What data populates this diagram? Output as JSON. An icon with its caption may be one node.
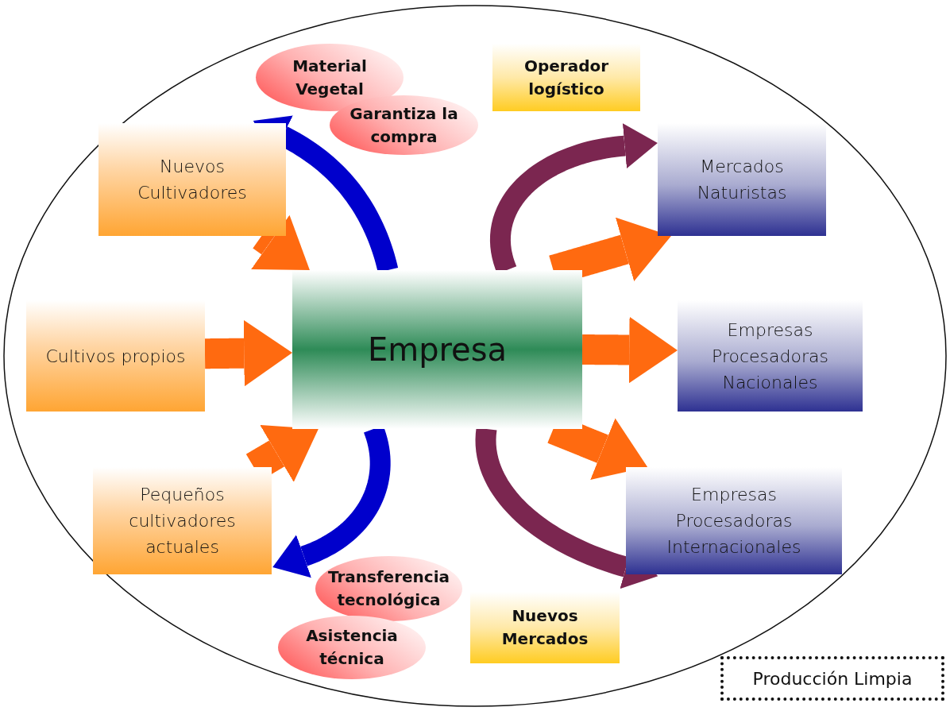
{
  "diagram": {
    "nodes": [
      {
        "text": [
          "Nuevos Cultivadores"
        ]
      },
      {
        "text": [
          "Cultivos propios"
        ]
      },
      {
        "text": [
          "Pequeños cultivadores actuales"
        ]
      },
      {
        "text": [
          "Empresa"
        ]
      },
      {
        "text": [
          "Mercados Naturistas"
        ]
      },
      {
        "text": [
          "Empresas Procesadoras Nacionales"
        ]
      },
      {
        "text": [
          "Empresas Procesadoras Internacionales"
        ]
      },
      {
        "text": [
          "Material Vegetal"
        ]
      },
      {
        "text": [
          "Garantiza la compra"
        ]
      },
      {
        "text": [
          "Operador logístico"
        ]
      },
      {
        "text": [
          "Transferencia tecnológica"
        ]
      },
      {
        "text": [
          "Asistencia técnica"
        ]
      },
      {
        "text": [
          "Nuevos Mercados"
        ]
      },
      {
        "text": [
          "Producción Limpia"
        ]
      }
    ],
    "edges": [
      {
        "from": 0,
        "to": 3,
        "arrow": "to"
      },
      {
        "from": 1,
        "to": 3,
        "arrow": "to"
      },
      {
        "from": 2,
        "to": 3,
        "arrow": "to"
      },
      {
        "from": 3,
        "to": 4,
        "arrow": "to"
      },
      {
        "from": 3,
        "to": 5,
        "arrow": "to"
      },
      {
        "from": 3,
        "to": 6,
        "arrow": "to"
      },
      {
        "from": 3,
        "to": 0,
        "arrow": "to",
        "color": "#0000cc"
      },
      {
        "from": 3,
        "to": 2,
        "arrow": "to",
        "color": "#0000cc"
      },
      {
        "from": 3,
        "to": 4,
        "arrow": "to",
        "color": "#7b2650"
      },
      {
        "from": 3,
        "to": 6,
        "arrow": "to",
        "color": "#7b2650"
      }
    ]
  }
}
